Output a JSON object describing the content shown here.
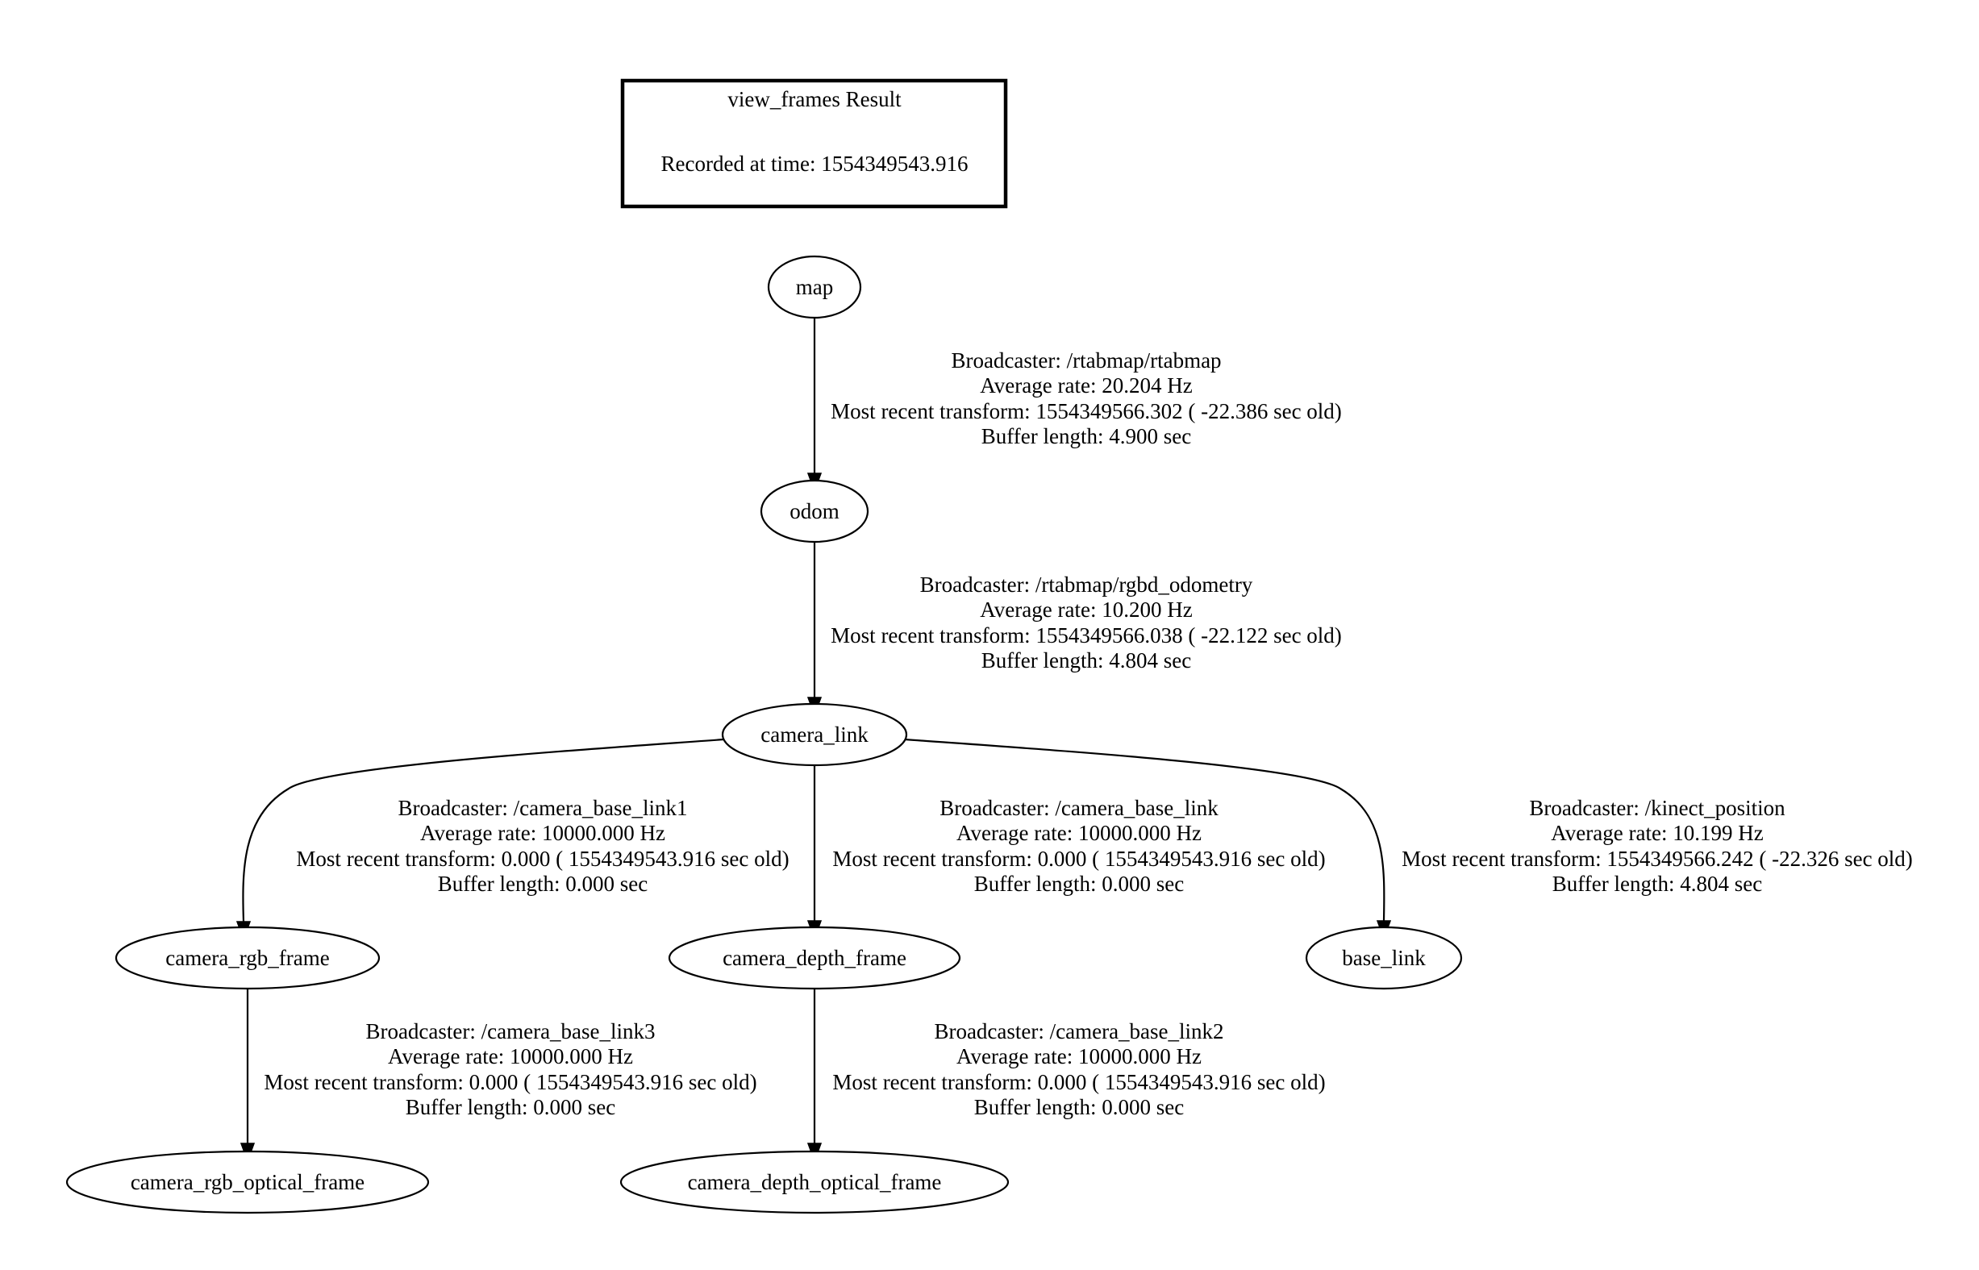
{
  "header": {
    "title": "view_frames Result",
    "recorded": "Recorded at time: 1554349543.916"
  },
  "frames": {
    "map": "map",
    "odom": "odom",
    "camera_link": "camera_link",
    "camera_rgb_frame": "camera_rgb_frame",
    "camera_depth_frame": "camera_depth_frame",
    "base_link": "base_link",
    "camera_rgb_optical_frame": "camera_rgb_optical_frame",
    "camera_depth_optical_frame": "camera_depth_optical_frame"
  },
  "edges": {
    "map_odom": {
      "broadcaster": "Broadcaster: /rtabmap/rtabmap",
      "rate": "Average rate: 20.204 Hz",
      "recent": "Most recent transform: 1554349566.302 ( -22.386 sec old)",
      "buffer": "Buffer length: 4.900 sec"
    },
    "odom_camera_link": {
      "broadcaster": "Broadcaster: /rtabmap/rgbd_odometry",
      "rate": "Average rate: 10.200 Hz",
      "recent": "Most recent transform: 1554349566.038 ( -22.122 sec old)",
      "buffer": "Buffer length: 4.804 sec"
    },
    "camera_link_rgb": {
      "broadcaster": "Broadcaster: /camera_base_link1",
      "rate": "Average rate: 10000.000 Hz",
      "recent": "Most recent transform: 0.000 ( 1554349543.916 sec old)",
      "buffer": "Buffer length: 0.000 sec"
    },
    "camera_link_depth": {
      "broadcaster": "Broadcaster: /camera_base_link",
      "rate": "Average rate: 10000.000 Hz",
      "recent": "Most recent transform: 0.000 ( 1554349543.916 sec old)",
      "buffer": "Buffer length: 0.000 sec"
    },
    "camera_link_base": {
      "broadcaster": "Broadcaster: /kinect_position",
      "rate": "Average rate: 10.199 Hz",
      "recent": "Most recent transform: 1554349566.242 ( -22.326 sec old)",
      "buffer": "Buffer length: 4.804 sec"
    },
    "rgb_optical": {
      "broadcaster": "Broadcaster: /camera_base_link3",
      "rate": "Average rate: 10000.000 Hz",
      "recent": "Most recent transform: 0.000 ( 1554349543.916 sec old)",
      "buffer": "Buffer length: 0.000 sec"
    },
    "depth_optical": {
      "broadcaster": "Broadcaster: /camera_base_link2",
      "rate": "Average rate: 10000.000 Hz",
      "recent": "Most recent transform: 0.000 ( 1554349543.916 sec old)",
      "buffer": "Buffer length: 0.000 sec"
    }
  }
}
